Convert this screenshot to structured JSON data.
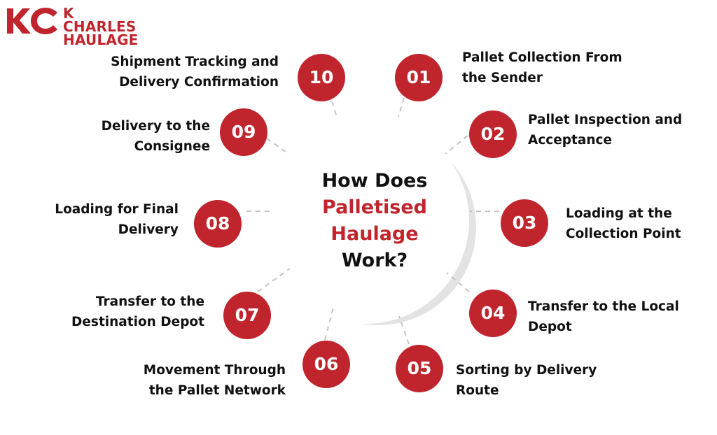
{
  "brand": {
    "logo_line1": "K CHARLES",
    "logo_line2": "HAULAGE",
    "logo_mark": "KC",
    "color": "#c0252d"
  },
  "title": {
    "line1": "How Does",
    "line2": "Palletised",
    "line3": "Haulage",
    "line4": "Work?"
  },
  "colors": {
    "accent": "#c0252d",
    "text": "#111111",
    "crescent": "#e6e6e6",
    "dash": "#c8c8c8"
  },
  "steps": [
    {
      "number": "01",
      "line1": "Pallet Collection From",
      "line2": "the Sender"
    },
    {
      "number": "02",
      "line1": "Pallet Inspection and",
      "line2": "Acceptance"
    },
    {
      "number": "03",
      "line1": "Loading at the",
      "line2": "Collection Point"
    },
    {
      "number": "04",
      "line1": "Transfer to the Local",
      "line2": "Depot"
    },
    {
      "number": "05",
      "line1": "Sorting by Delivery",
      "line2": "Route"
    },
    {
      "number": "06",
      "line1": "Movement Through",
      "line2": "the Pallet Network"
    },
    {
      "number": "07",
      "line1": "Transfer to the",
      "line2": "Destination Depot"
    },
    {
      "number": "08",
      "line1": "Loading for Final",
      "line2": "Delivery"
    },
    {
      "number": "09",
      "line1": "Delivery to the",
      "line2": "Consignee"
    },
    {
      "number": "10",
      "line1": "Shipment Tracking and",
      "line2": "Delivery Confirmation"
    }
  ]
}
